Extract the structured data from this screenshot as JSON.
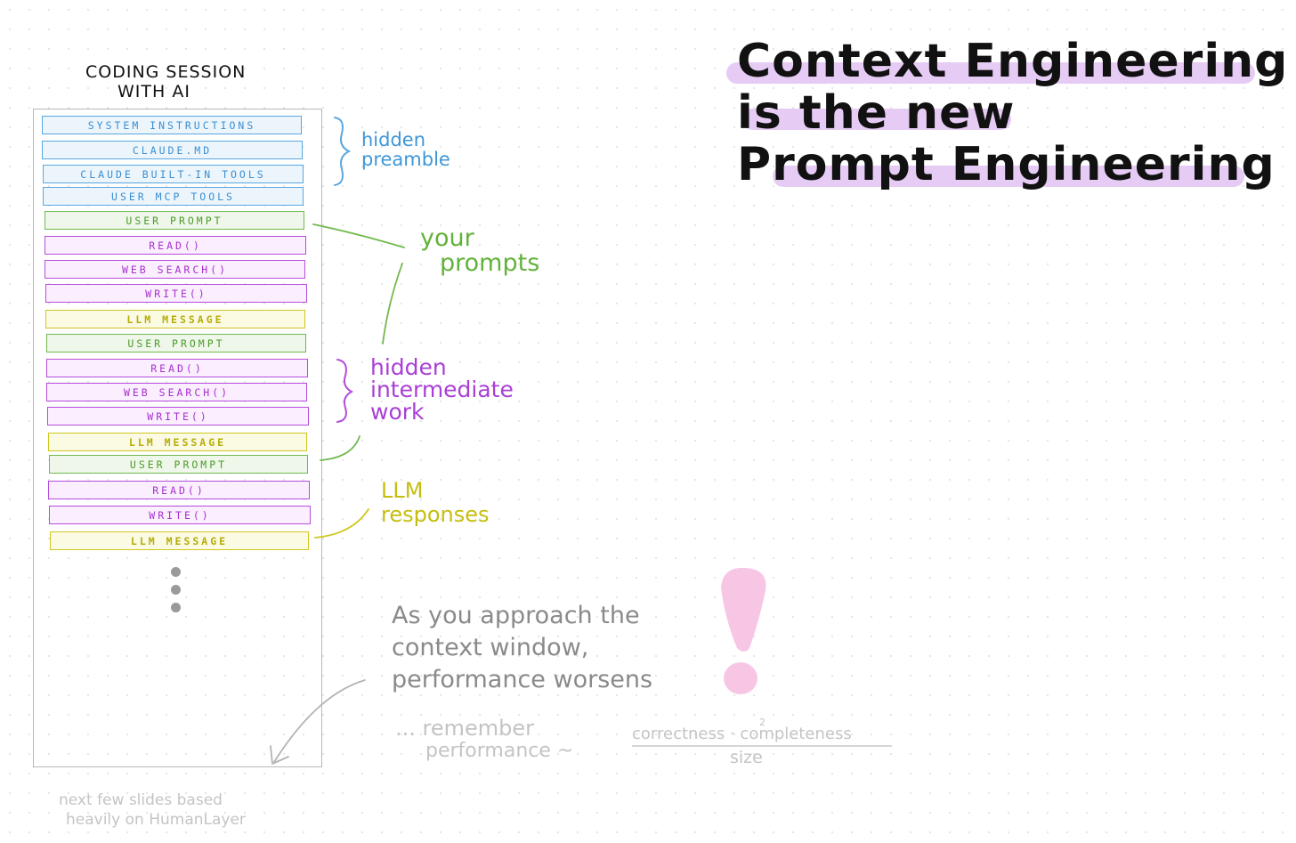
{
  "session": {
    "title_line1": "CODING SESSION",
    "title_line2": "WITH AI"
  },
  "blocks": [
    {
      "label": "SYSTEM INSTRUCTIONS",
      "kind": "system"
    },
    {
      "label": "CLAUDE.MD",
      "kind": "system"
    },
    {
      "label": "CLAUDE BUILT-IN TOOLS",
      "kind": "system"
    },
    {
      "label": "USER MCP TOOLS",
      "kind": "system"
    },
    {
      "label": "USER PROMPT",
      "kind": "user"
    },
    {
      "label": "READ()",
      "kind": "tool"
    },
    {
      "label": "WEB SEARCH()",
      "kind": "tool"
    },
    {
      "label": "WRITE()",
      "kind": "tool"
    },
    {
      "label": "LLM MESSAGE",
      "kind": "llm"
    },
    {
      "label": "USER PROMPT",
      "kind": "user"
    },
    {
      "label": "READ()",
      "kind": "tool"
    },
    {
      "label": "WEB SEARCH()",
      "kind": "tool"
    },
    {
      "label": "WRITE()",
      "kind": "tool"
    },
    {
      "label": "LLM MESSAGE",
      "kind": "llm"
    },
    {
      "label": "USER PROMPT",
      "kind": "user"
    },
    {
      "label": "READ()",
      "kind": "tool"
    },
    {
      "label": "WRITE()",
      "kind": "tool"
    },
    {
      "label": "LLM MESSAGE",
      "kind": "llm"
    }
  ],
  "annotations": {
    "hidden_preamble": [
      "hidden",
      "preamble"
    ],
    "your_prompts": [
      "your",
      "prompts"
    ],
    "hidden_intermediate": [
      "hidden",
      "intermediate",
      "work"
    ],
    "llm_responses": [
      "LLM",
      "responses"
    ]
  },
  "headline": {
    "line1": "Context Engineering",
    "line2": "is the new",
    "line3": "Prompt Engineering"
  },
  "note": {
    "line1": "As you approach the",
    "line2": "context window,",
    "line3": "performance worsens",
    "exclamation": "!"
  },
  "formula": {
    "lead": "... remember",
    "lhs": "performance ~",
    "numerator": "correctness · completeness",
    "exponent": "2",
    "denominator": "size"
  },
  "footnote": {
    "line1": "next few slides based",
    "line2": "heavily on HumanLayer"
  },
  "colors": {
    "system": "#3b8fd0",
    "user": "#4f9a2c",
    "tool": "#a632cf",
    "llm": "#b6ad08",
    "highlight": "#e6ccf5",
    "exclamation": "#f7c6e4"
  }
}
